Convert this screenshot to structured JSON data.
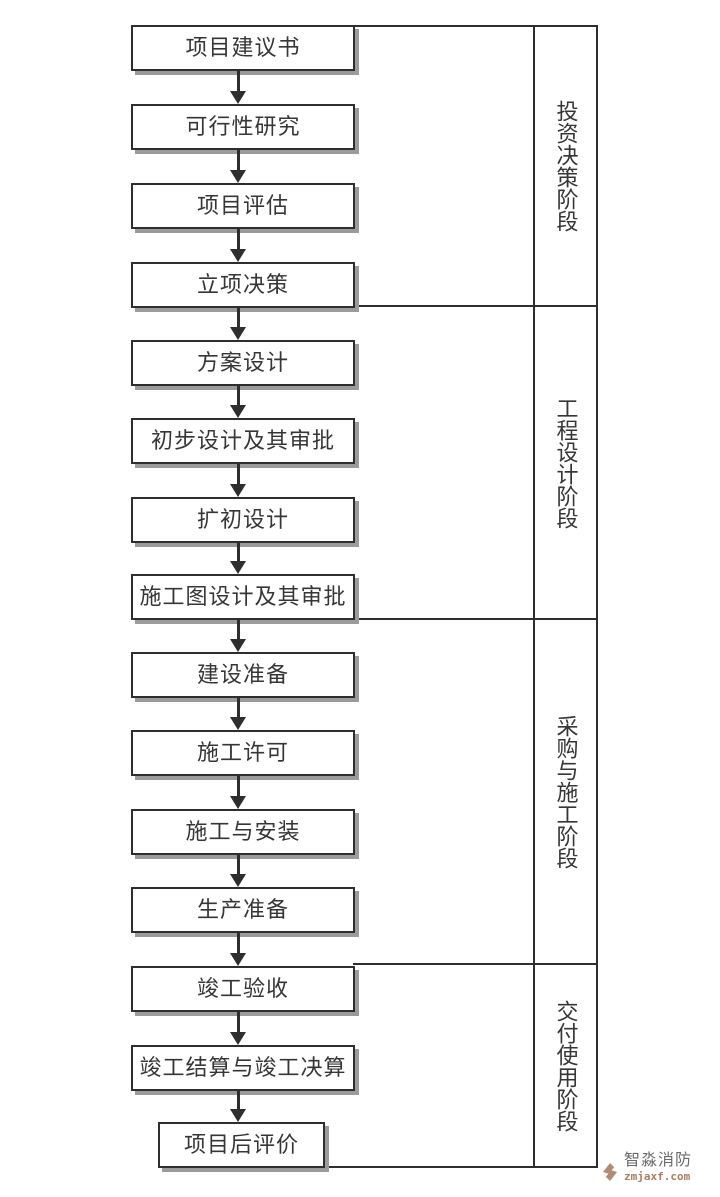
{
  "flowchart": {
    "steps": [
      "项目建议书",
      "可行性研究",
      "项目评估",
      "立项决策",
      "方案设计",
      "初步设计及其审批",
      "扩初设计",
      "施工图设计及其审批",
      "建设准备",
      "施工许可",
      "施工与安装",
      "生产准备",
      "竣工验收",
      "竣工结算与竣工决算",
      "项目后评价"
    ],
    "phases": [
      {
        "label": "投资决策阶段",
        "steps_covered": [
          "项目建议书",
          "可行性研究",
          "项目评估",
          "立项决策"
        ]
      },
      {
        "label": "工程设计阶段",
        "steps_covered": [
          "方案设计",
          "初步设计及其审批",
          "扩初设计",
          "施工图设计及其审批"
        ]
      },
      {
        "label": "采购与施工阶段",
        "steps_covered": [
          "建设准备",
          "施工许可",
          "施工与安装",
          "生产准备"
        ]
      },
      {
        "label": "交付使用阶段",
        "steps_covered": [
          "竣工验收",
          "竣工结算与竣工决算",
          "项目后评价"
        ]
      }
    ]
  },
  "watermark": {
    "brand": "智淼消防",
    "site": "zmjaxf.com"
  },
  "colors": {
    "line": "#2e2e2e",
    "box_shadow": "#9b9b9b",
    "text": "#363636",
    "background": "#ffffff",
    "logo_accent": "#b08c74",
    "logo_brand_text": "#6a6a6a",
    "logo_site_text": "#a97d5f"
  }
}
